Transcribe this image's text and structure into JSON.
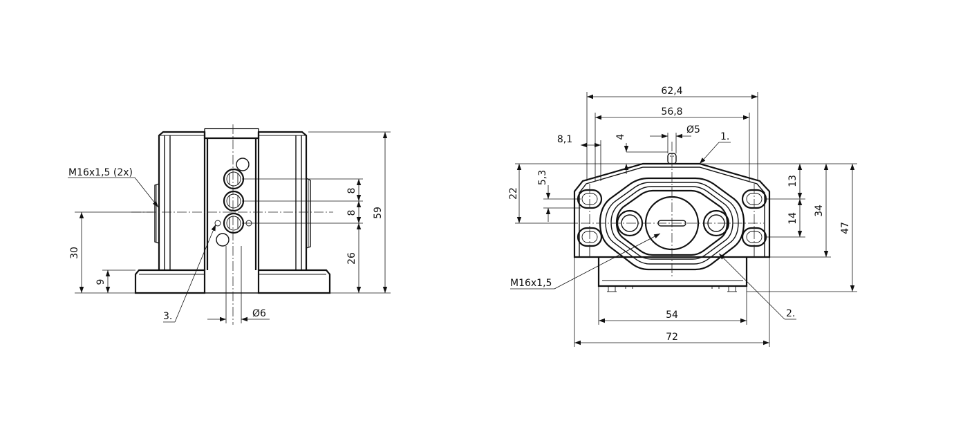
{
  "left_view": {
    "thread_label": "M16x1,5 (2x)",
    "callout_3": "3.",
    "dim_8_top": "8",
    "dim_8_bottom": "8",
    "dim_26": "26",
    "dim_59": "59",
    "dim_30": "30",
    "dim_9": "9",
    "dim_dia6": "Ø6"
  },
  "right_view": {
    "dim_62_4": "62,4",
    "dim_56_8": "56,8",
    "dim_8_1": "8,1",
    "dim_4": "4",
    "dim_dia5": "Ø5",
    "callout_1": "1.",
    "dim_22": "22",
    "dim_5_3": "5,3",
    "dim_13": "13",
    "dim_14": "14",
    "dim_34": "34",
    "dim_47": "47",
    "thread_label": "M16x1,5",
    "callout_2": "2.",
    "dim_54": "54",
    "dim_72": "72"
  }
}
